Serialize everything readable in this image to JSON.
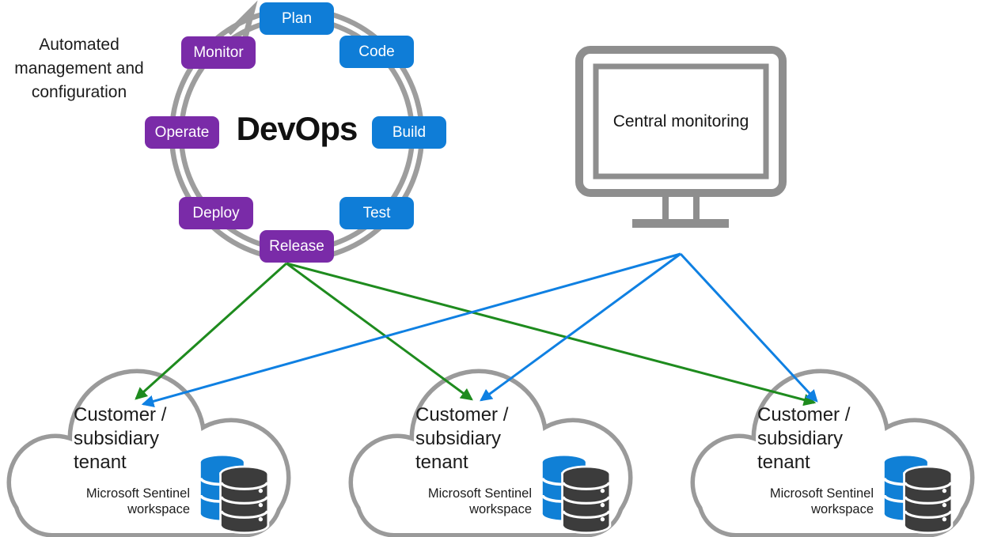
{
  "devops_cycle": {
    "caption": "Automated\nmanagement and\nconfiguration",
    "title": "DevOps",
    "stages": [
      {
        "label": "Plan",
        "role": "dev"
      },
      {
        "label": "Code",
        "role": "dev"
      },
      {
        "label": "Build",
        "role": "dev"
      },
      {
        "label": "Test",
        "role": "dev"
      },
      {
        "label": "Release",
        "role": "ops"
      },
      {
        "label": "Deploy",
        "role": "ops"
      },
      {
        "label": "Operate",
        "role": "ops"
      },
      {
        "label": "Monitor",
        "role": "ops"
      }
    ]
  },
  "central_monitoring": {
    "label": "Central monitoring"
  },
  "clouds": [
    {
      "title": "Customer /\nsubsidiary\ntenant",
      "workspace_label": "Microsoft Sentinel\nworkspace"
    },
    {
      "title": "Customer /\nsubsidiary\ntenant",
      "workspace_label": "Microsoft Sentinel\nworkspace"
    },
    {
      "title": "Customer /\nsubsidiary\ntenant",
      "workspace_label": "Microsoft Sentinel\nworkspace"
    }
  ],
  "connections": {
    "deployment": {
      "from": "Release",
      "color": "#1e8b1e",
      "targets": [
        "cloud-1",
        "cloud-2",
        "cloud-3"
      ]
    },
    "monitoring": {
      "from": "Central monitoring",
      "color": "#0f80e2",
      "targets": [
        "cloud-1",
        "cloud-2",
        "cloud-3"
      ]
    }
  },
  "colors": {
    "dev_stage_blue": "#0f7dd7",
    "ops_stage_purple": "#7a2ba8",
    "cycle_gray": "#9d9d9d",
    "monitor_gray": "#8e8e8e",
    "cloud_gray": "#9a9a9a",
    "arrow_green": "#1e8b1e",
    "arrow_blue": "#0f80e2",
    "database_blue": "#1080d6",
    "database_dark": "#3c3c3c"
  }
}
